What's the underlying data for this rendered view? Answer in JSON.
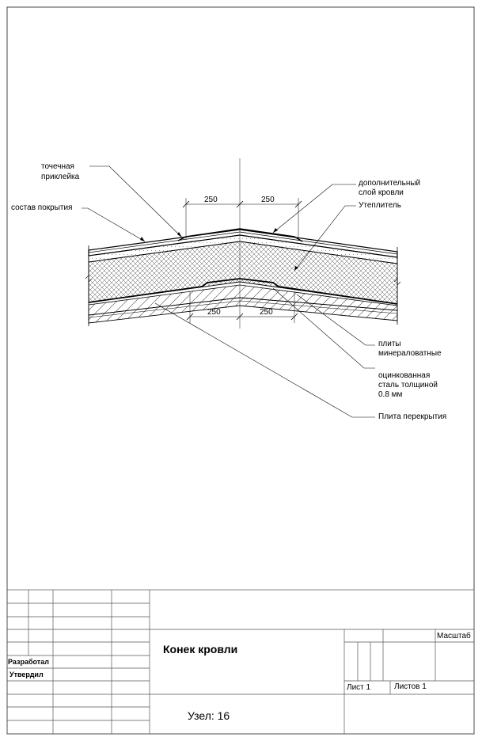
{
  "labels": {
    "tochechnaya_1": "точечная",
    "tochechnaya_2": "приклейка",
    "sostav": "состав покрытия",
    "dop_1": "дополнительный",
    "dop_2": "слой кровли",
    "uteplitel": "Утеплитель",
    "plity_1": "плиты",
    "plity_2": "минераловатные",
    "stal_1": "оцинкованная",
    "stal_2": "сталь толщиной",
    "stal_3": "0.8 мм",
    "plita": "Плита перекрытия"
  },
  "dimensions": {
    "top_left": "250",
    "top_right": "250",
    "bottom_left": "250",
    "bottom_right": "250"
  },
  "title_block": {
    "masshtab": "Масштаб",
    "razrabotal": "Разработал",
    "utverdil": "Утвердил",
    "title": "Конек кровли",
    "list": "Лист 1",
    "listov": "Листов 1",
    "uzel": "Узел: 16"
  }
}
